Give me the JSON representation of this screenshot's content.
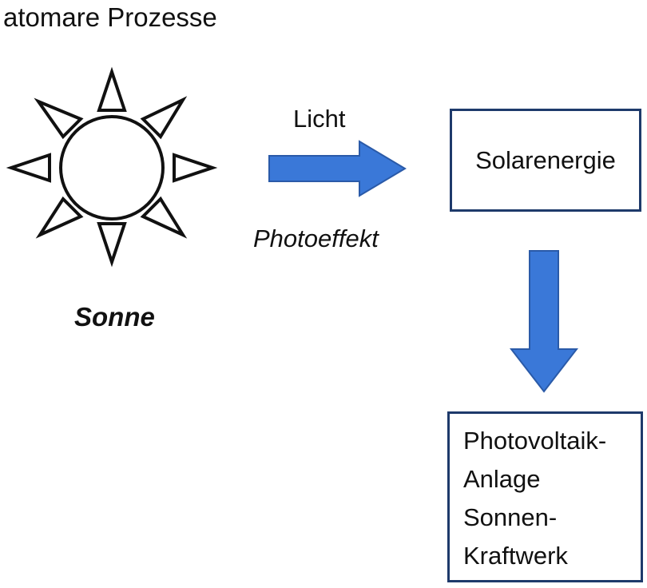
{
  "title": "atomare Prozesse",
  "sun": {
    "icon": "sun-icon",
    "label": "Sonne"
  },
  "arrow_right": {
    "label_top": "Licht",
    "label_bottom": "Photoeffekt",
    "icon": "arrow-right-icon",
    "color": "#3a78d8"
  },
  "arrow_down": {
    "icon": "arrow-down-icon",
    "color": "#3a78d8"
  },
  "box_solar": {
    "text": "Solarenergie",
    "border_color": "#1e3a6b"
  },
  "box_pv": {
    "lines": [
      "Photovoltaik-",
      "Anlage",
      "Sonnen-",
      "Kraftwerk"
    ],
    "border_color": "#1e3a6b"
  }
}
